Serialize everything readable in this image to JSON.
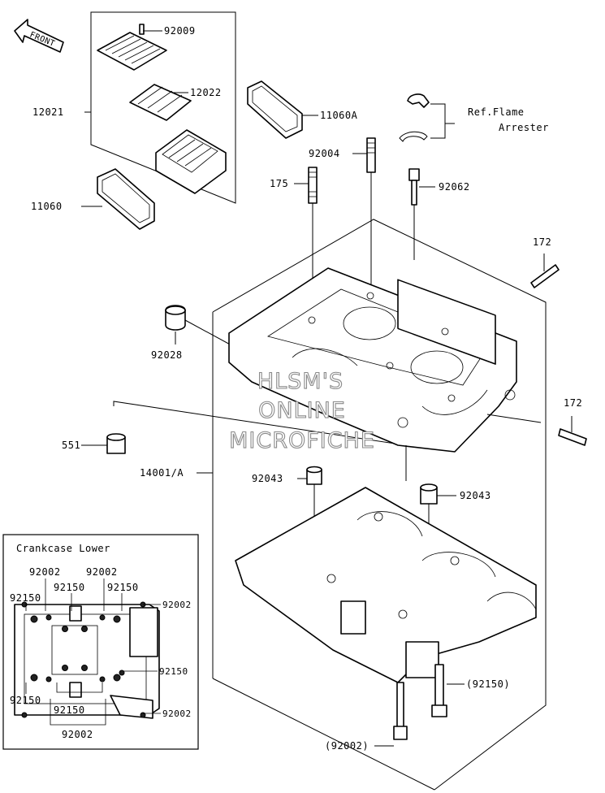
{
  "front_arrow": {
    "text": "FRONT"
  },
  "watermark": {
    "line1": "HLSM'S",
    "line2": "ONLINE",
    "line3": "MICROFICHE"
  },
  "callouts": {
    "p92009": "92009",
    "p12022": "12022",
    "p12021": "12021",
    "p11060A": "11060A",
    "p11060": "11060",
    "p92004": "92004",
    "p175": "175",
    "p92062": "92062",
    "ref_line1": "Ref.Flame",
    "ref_line2": "Arrester",
    "p172_top": "172",
    "p172_right": "172",
    "p92028": "92028",
    "p551": "551",
    "p14001A": "14001/A",
    "p92043_left": "92043",
    "p92043_right": "92043",
    "p92150_paren": "(92150)",
    "p92002_paren": "(92002)"
  },
  "inset": {
    "title": "Crankcase Lower",
    "labels": {
      "a": "92002",
      "b": "92002",
      "c": "92150",
      "d": "92150",
      "e": "92150",
      "f": "92002",
      "g": "92150",
      "h": "92150",
      "i": "92150",
      "j": "92002",
      "k": "92002"
    }
  }
}
